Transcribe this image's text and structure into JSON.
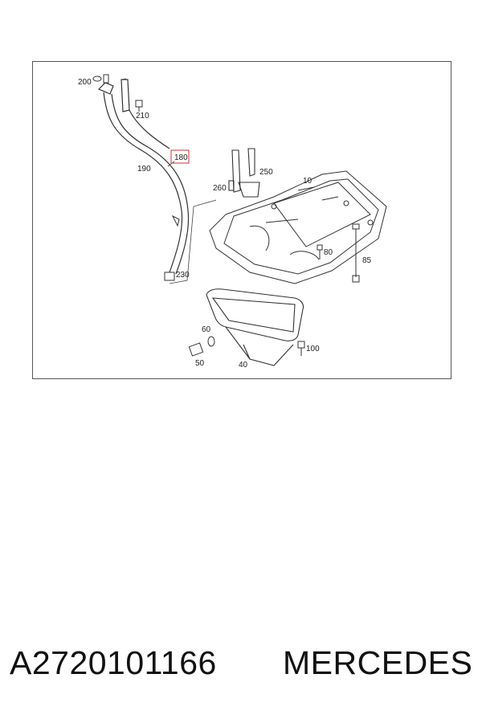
{
  "diagram": {
    "callouts": [
      {
        "id": "200",
        "text": "200"
      },
      {
        "id": "210",
        "text": "210"
      },
      {
        "id": "180",
        "text": "180",
        "highlighted": true
      },
      {
        "id": "190",
        "text": "190"
      },
      {
        "id": "250",
        "text": "250"
      },
      {
        "id": "10",
        "text": "10"
      },
      {
        "id": "260",
        "text": "260"
      },
      {
        "id": "230",
        "text": "230"
      },
      {
        "id": "80",
        "text": "80"
      },
      {
        "id": "85",
        "text": "85"
      },
      {
        "id": "60",
        "text": "60"
      },
      {
        "id": "100",
        "text": "100"
      },
      {
        "id": "50",
        "text": "50"
      },
      {
        "id": "40",
        "text": "40"
      }
    ],
    "highlight_color": "#e05050"
  },
  "caption": {
    "part_number": "A2720101166",
    "brand": "MERCEDES"
  }
}
